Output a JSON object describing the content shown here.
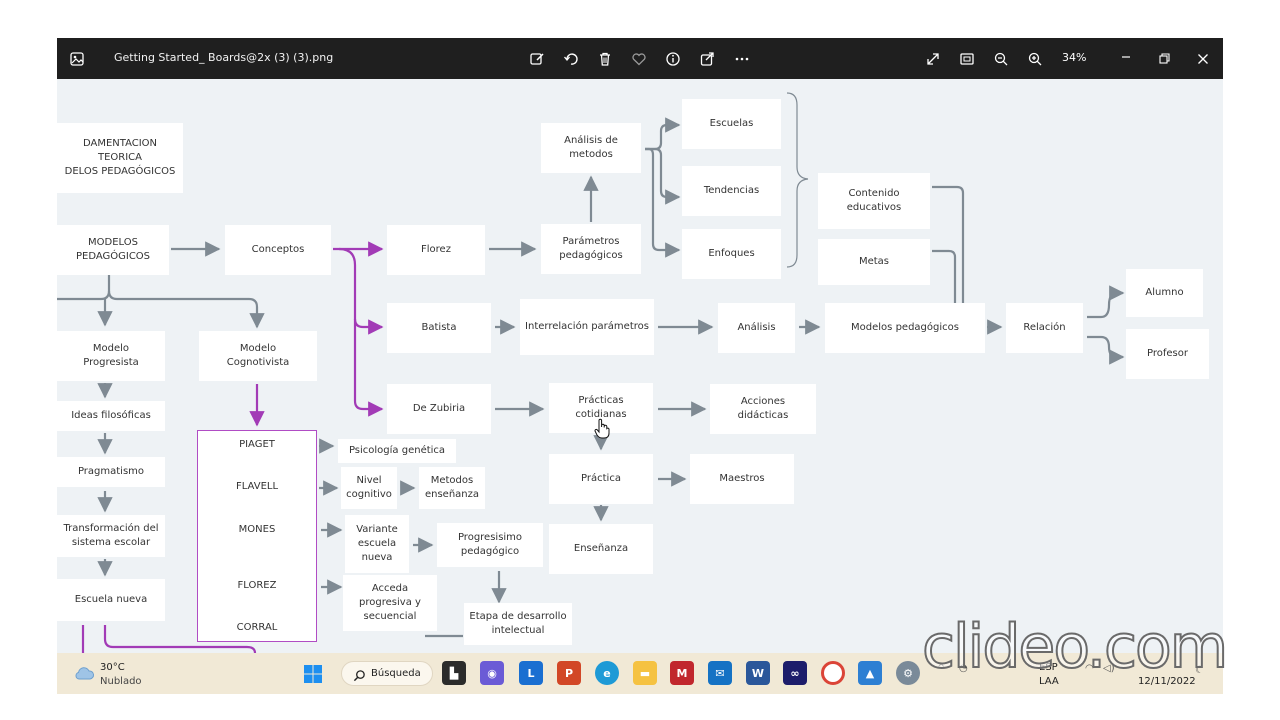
{
  "titlebar": {
    "filename": "Getting Started_ Boards@2x (3) (3).png",
    "zoom": "34%",
    "icons": [
      "image-icon",
      "edit-icon",
      "rotate-icon",
      "delete-icon",
      "heart-icon",
      "info-icon",
      "share-icon",
      "more-icon",
      "fullscreen-icon",
      "fit-icon",
      "zoom-out-icon",
      "zoom-in-icon",
      "minimize-icon",
      "maximize-icon",
      "close-icon"
    ]
  },
  "diagram": {
    "fundamentacion": "DAMENTACION TEORICA\nDELOS PEDAGÓGICOS",
    "modelos": "MODELOS\nPEDAGÓGICOS",
    "conceptos": "Conceptos",
    "florez": "Florez",
    "batista": "Batista",
    "dezubiria": "De Zubiria",
    "parametros": "Parámetros\npedagógicos",
    "analisis_metodos": "Análisis de\nmetodos",
    "escuelas": "Escuelas",
    "tendencias": "Tendencias",
    "enfoques": "Enfoques",
    "contenido": "Contenido\neducativos",
    "metas": "Metas",
    "interrelacion": "Interrelación parámetros",
    "analisis": "Análisis",
    "modelos_ped": "Modelos   pedagógicos",
    "relacion": "Relación",
    "alumno": "Alumno",
    "profesor": "Profesor",
    "practicas": "Prácticas\ncotidianas",
    "acciones": "Acciones didácticas",
    "practica": "Práctica",
    "maestros": "Maestros",
    "ensenanza": "Enseñanza",
    "progresista": "Modelo\nProgresista",
    "cognotivista": "Modelo\nCognotivista",
    "ideas": "Ideas filosóficas",
    "pragmatismo": "Pragmatismo",
    "transformacion": "Transformación del\nsistema escolar",
    "escuela_nueva": "Escuela nueva",
    "piaget": "PIAGET",
    "flavell": "FLAVELL",
    "mones": "MONES",
    "florez2": "FLOREZ",
    "corral": "CORRAL",
    "psicologia": "Psicología genética",
    "nivel": "Nivel\ncognitivo",
    "metodos_ens": "Metodos\nenseñanza",
    "variante": "Variante\nescuela\nnueva",
    "progresisimo": "Progresisimo\npedagógico",
    "acceda": "Acceda\nprogresiva y\nsecuencial",
    "etapa": "Etapa de desarrollo\nintelectual"
  },
  "taskbar": {
    "temperature": "30°C",
    "weather": "Nublado",
    "search": "Búsqueda",
    "lang1": "ESP",
    "lang2": "LAA",
    "date": "12/11/2022"
  },
  "watermark": "clideo.com",
  "colors": {
    "titlebar": "#1f1f1f",
    "canvas": "#eef2f5",
    "arrow": "#7f8a93",
    "purple": "#a23bb6",
    "taskbar": "#f1e9d6"
  }
}
